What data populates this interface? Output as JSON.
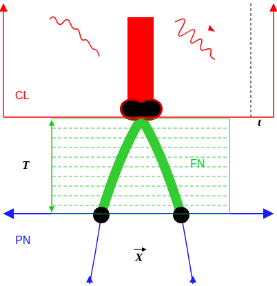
{
  "diagram": {
    "nodes": [
      {
        "text": [
          "CL"
        ]
      },
      {
        "text": [
          "FN"
        ]
      }
    ],
    "labels": [
      "T",
      "t",
      "PN",
      "X"
    ]
  }
}
